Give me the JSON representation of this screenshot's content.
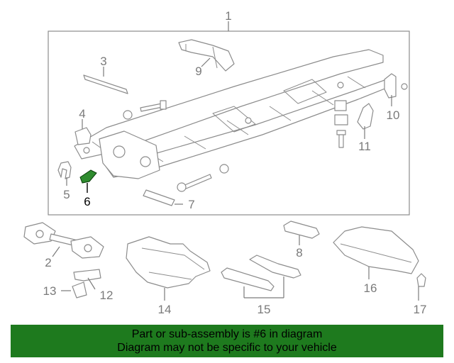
{
  "diagram": {
    "callouts": [
      "1",
      "2",
      "3",
      "4",
      "5",
      "6",
      "7",
      "8",
      "9",
      "10",
      "11",
      "12",
      "13",
      "14",
      "15",
      "16",
      "17"
    ],
    "highlighted_part": "6",
    "highlight_color": "#2e8b2e"
  },
  "banner": {
    "line1": "Part or sub-assembly is #6 in diagram",
    "line2": "Diagram may not be specific to your vehicle",
    "background": "#1e7a1e"
  }
}
